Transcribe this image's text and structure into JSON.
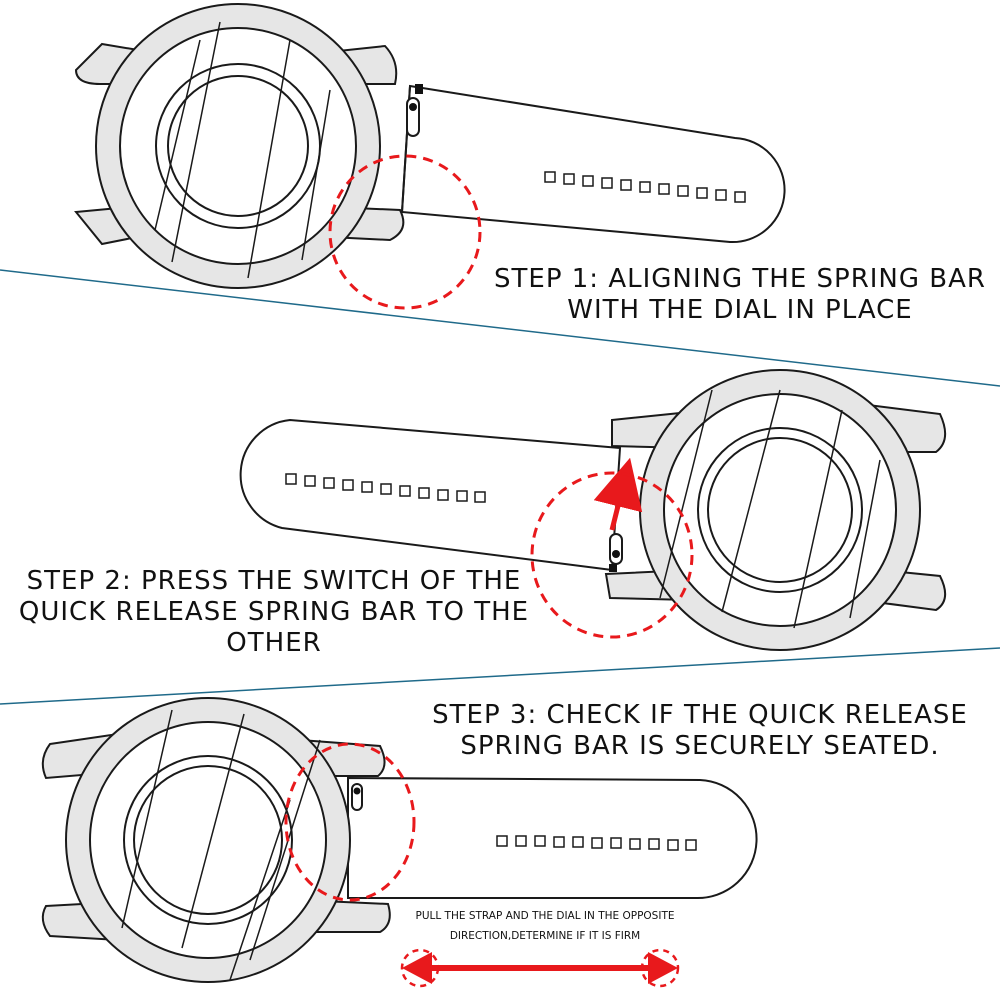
{
  "colors": {
    "background": "#ffffff",
    "outline": "#1a1a1a",
    "lug_gray": "#e6e6e6",
    "divider": "#1f6a8a",
    "highlight_red": "#e8191c"
  },
  "step1": {
    "line1": "STEP 1: ALIGNING THE SPRING BAR",
    "line2": "WITH THE DIAL IN PLACE"
  },
  "step2": {
    "line1": "STEP 2: PRESS THE SWITCH OF THE",
    "line2": "QUICK RELEASE SPRING BAR TO THE",
    "line3": "OTHER"
  },
  "step3": {
    "line1": "STEP 3: CHECK IF THE QUICK RELEASE",
    "line2": "SPRING BAR IS SECURELY SEATED.",
    "note_line1": "PULL THE STRAP AND THE DIAL IN THE OPPOSITE",
    "note_line2": "DIRECTION,DETERMINE IF IT IS FIRM"
  },
  "icons": {
    "watch": "watch-icon",
    "strap": "strap-icon",
    "switch": "quick-release-switch-icon",
    "arrow": "arrow-icon"
  }
}
